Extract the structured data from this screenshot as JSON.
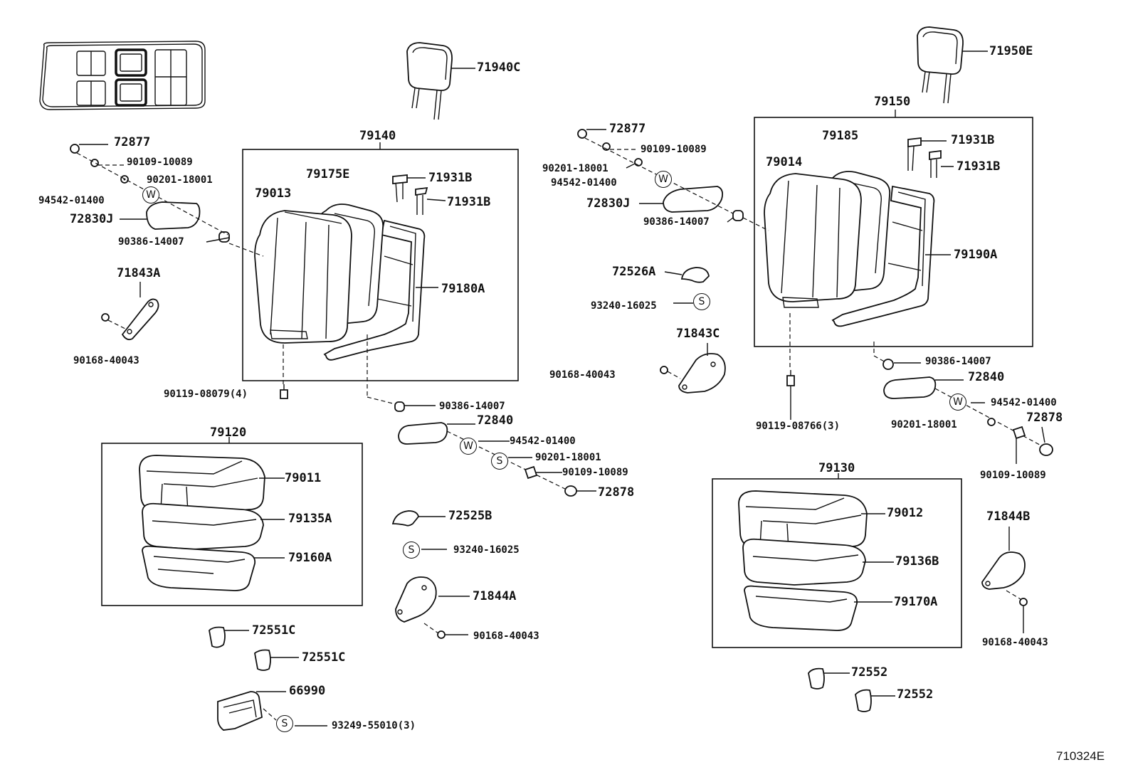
{
  "labels": {
    "p71940C": "71940C",
    "p71950E": "71950E",
    "p79140": "79140",
    "p79150": "79150",
    "p72877_l": "72877",
    "p90109_l1": "90109-10089",
    "p90201_l1": "90201-18001",
    "p94542_l1": "94542-01400",
    "p72830J_l": "72830J",
    "p90386_l1": "90386-14007",
    "p71843A": "71843A",
    "p90168_l1": "90168-40043",
    "p79175E": "79175E",
    "p79013": "79013",
    "p71931B_1": "71931B",
    "p71931B_2": "71931B",
    "p79180A": "79180A",
    "p90119_08079": "90119-08079(4)",
    "p90386_m": "90386-14007",
    "p72840_m": "72840",
    "p94542_m": "94542-01400",
    "p90201_m": "90201-18001",
    "p90109_m": "90109-10089",
    "p72878_m": "72878",
    "p79120": "79120",
    "p79011": "79011",
    "p79135A": "79135A",
    "p79160A": "79160A",
    "p72525B": "72525B",
    "p93240_m": "93240-16025",
    "p71844A": "71844A",
    "p90168_m": "90168-40043",
    "p72551C_1": "72551C",
    "p72551C_2": "72551C",
    "p66990": "66990",
    "p93249": "93249-55010(3)",
    "p72877_r": "72877",
    "p90109_r1": "90109-10089",
    "p90201_r1": "90201-18001",
    "p94542_r1": "94542-01400",
    "p72830J_r": "72830J",
    "p90386_r1": "90386-14007",
    "p72526A": "72526A",
    "p93240_r": "93240-16025",
    "p71843C": "71843C",
    "p90168_r1": "90168-40043",
    "p79185": "79185",
    "p79014": "79014",
    "p71931B_3": "71931B",
    "p71931B_4": "71931B",
    "p79190A": "79190A",
    "p90386_r2": "90386-14007",
    "p72840_r": "72840",
    "p94542_r2": "94542-01400",
    "p90201_r2": "90201-18001",
    "p72878_r": "72878",
    "p90109_r2": "90109-10089",
    "p90119_08766": "90119-08766(3)",
    "p79130": "79130",
    "p79012": "79012",
    "p79136B": "79136B",
    "p79170A": "79170A",
    "p71844B": "71844B",
    "p90168_r2": "90168-40043",
    "p72552_1": "72552",
    "p72552_2": "72552",
    "figure_code": "710324E"
  },
  "symbols": {
    "washer": "W",
    "screw": "S"
  }
}
